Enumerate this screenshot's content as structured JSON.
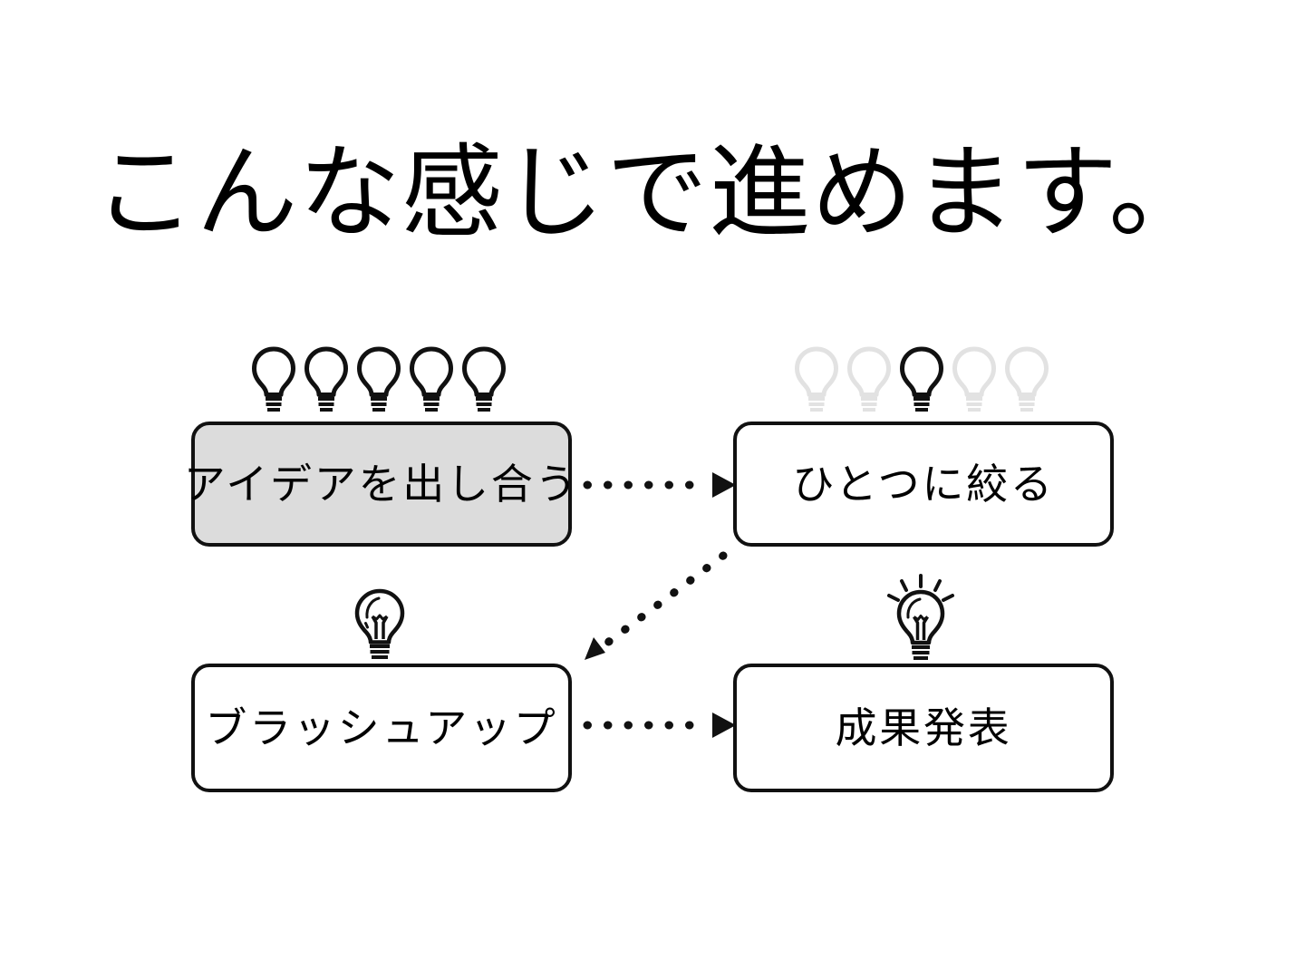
{
  "slide": {
    "title": "こんな感じで進めます。",
    "background_color": "#ffffff",
    "text_color": "#000000"
  },
  "diagram": {
    "type": "flow",
    "accent_fill": "#dcdcdc",
    "stroke_color": "#111111",
    "dim_color": "#e2e2e2",
    "nodes": [
      {
        "id": "idea",
        "label": "アイデアを出し合う",
        "fill": "#dcdcdc",
        "highlighted": true,
        "icon": "bulb-row-5-all-on",
        "bulbs_total": 5,
        "bulbs_on": 5
      },
      {
        "id": "narrow",
        "label": "ひとつに絞る",
        "fill": "#ffffff",
        "highlighted": false,
        "icon": "bulb-row-5-one-on",
        "bulbs_total": 5,
        "bulbs_on": 1
      },
      {
        "id": "brushup",
        "label": "ブラッシュアップ",
        "fill": "#ffffff",
        "highlighted": false,
        "icon": "bulb-filament-icon",
        "bulbs_total": 1,
        "bulbs_on": 0
      },
      {
        "id": "present",
        "label": "成果発表",
        "fill": "#ffffff",
        "highlighted": false,
        "icon": "bulb-lit-icon",
        "bulbs_total": 1,
        "bulbs_on": 1
      }
    ],
    "edges": [
      {
        "id": "idea-to-narrow",
        "from": "idea",
        "to": "narrow",
        "style": "dotted",
        "arrowhead": "solid-triangle"
      },
      {
        "id": "narrow-to-brushup",
        "from": "narrow",
        "to": "brushup",
        "style": "dotted",
        "arrowhead": "solid-triangle"
      },
      {
        "id": "brushup-to-present",
        "from": "brushup",
        "to": "present",
        "style": "dotted",
        "arrowhead": "solid-triangle"
      }
    ]
  }
}
